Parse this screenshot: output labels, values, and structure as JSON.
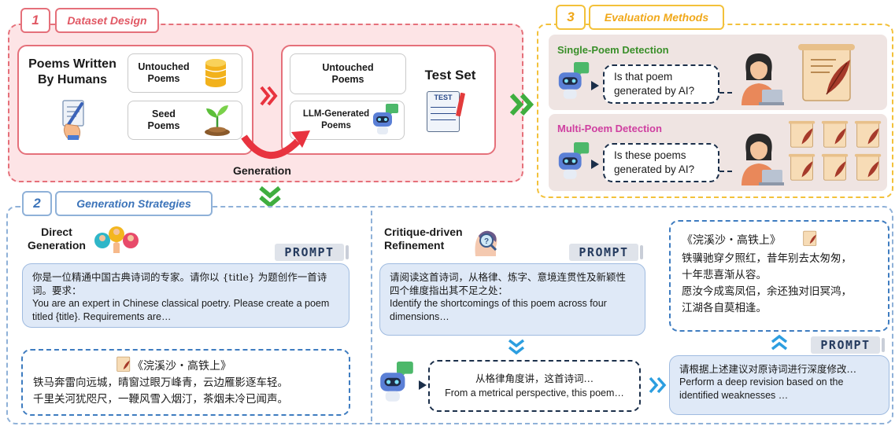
{
  "section1": {
    "num": "1",
    "title": "Dataset Design",
    "humans": "Poems Written By Humans",
    "untouched": "Untouched Poems",
    "seed": "Seed Poems",
    "untouched2": "Untouched Poems",
    "llm": "LLM-Generated Poems",
    "test_set": "Test Set",
    "test_icon_text": "TEST",
    "generation": "Generation"
  },
  "section3": {
    "num": "3",
    "title": "Evaluation Methods",
    "single_title": "Single-Poem Detection",
    "single_q": "Is that poem generated by AI?",
    "multi_title": "Multi-Poem Detection",
    "multi_q": "Is these poems generated by AI?"
  },
  "section2": {
    "num": "2",
    "title": "Generation Strategies",
    "direct_title": "Direct Generation",
    "prompt_label": "PROMPT",
    "direct_prompt_cn": "你是一位精通中国古典诗词的专家。请你以 {title} 为题创作一首诗词。要求：",
    "direct_prompt_en": "You are an expert in Chinese classical poetry. Please create a poem titled {title}. Requirements are…",
    "direct_poem_title": "《浣溪沙・高铁上》",
    "direct_poem_l1": "铁马奔雷向远城，晴窗过眼万峰青，云边雁影逐车轻。",
    "direct_poem_l2": "千里关河犹咫尺，一鞭风雪入烟汀，茶烟未冷已闻声。",
    "critique_title": "Critique-driven Refinement",
    "critique_prompt_cn": "请阅读这首诗词，从格律、炼字、意境连贯性及新颖性四个维度指出其不足之处：",
    "critique_prompt_en": "Identify the shortcomings of this poem across four dimensions…",
    "critique_resp_cn": "从格律角度讲，这首诗词…",
    "critique_resp_en": "From a metrical perspective, this poem…",
    "revise_cn": "请根据上述建议对原诗词进行深度修改…",
    "revise_en": "Perform a deep revision based on the identified weaknesses …",
    "revised_title": "《浣溪沙・高铁上》",
    "revised_l1": "铁骥驰穿夕照红，昔年别去太匆匆，",
    "revised_l2": "十年悲喜渐从容。",
    "revised_l3": "愿汝今成鸾凤侣，余还独对旧冥鸿，",
    "revised_l4": "江湖各自莫相逢。"
  },
  "colors": {
    "red": "#e5707a",
    "yellow": "#f3c13a",
    "blue": "#3e7cc0",
    "green": "#3fae3f"
  }
}
